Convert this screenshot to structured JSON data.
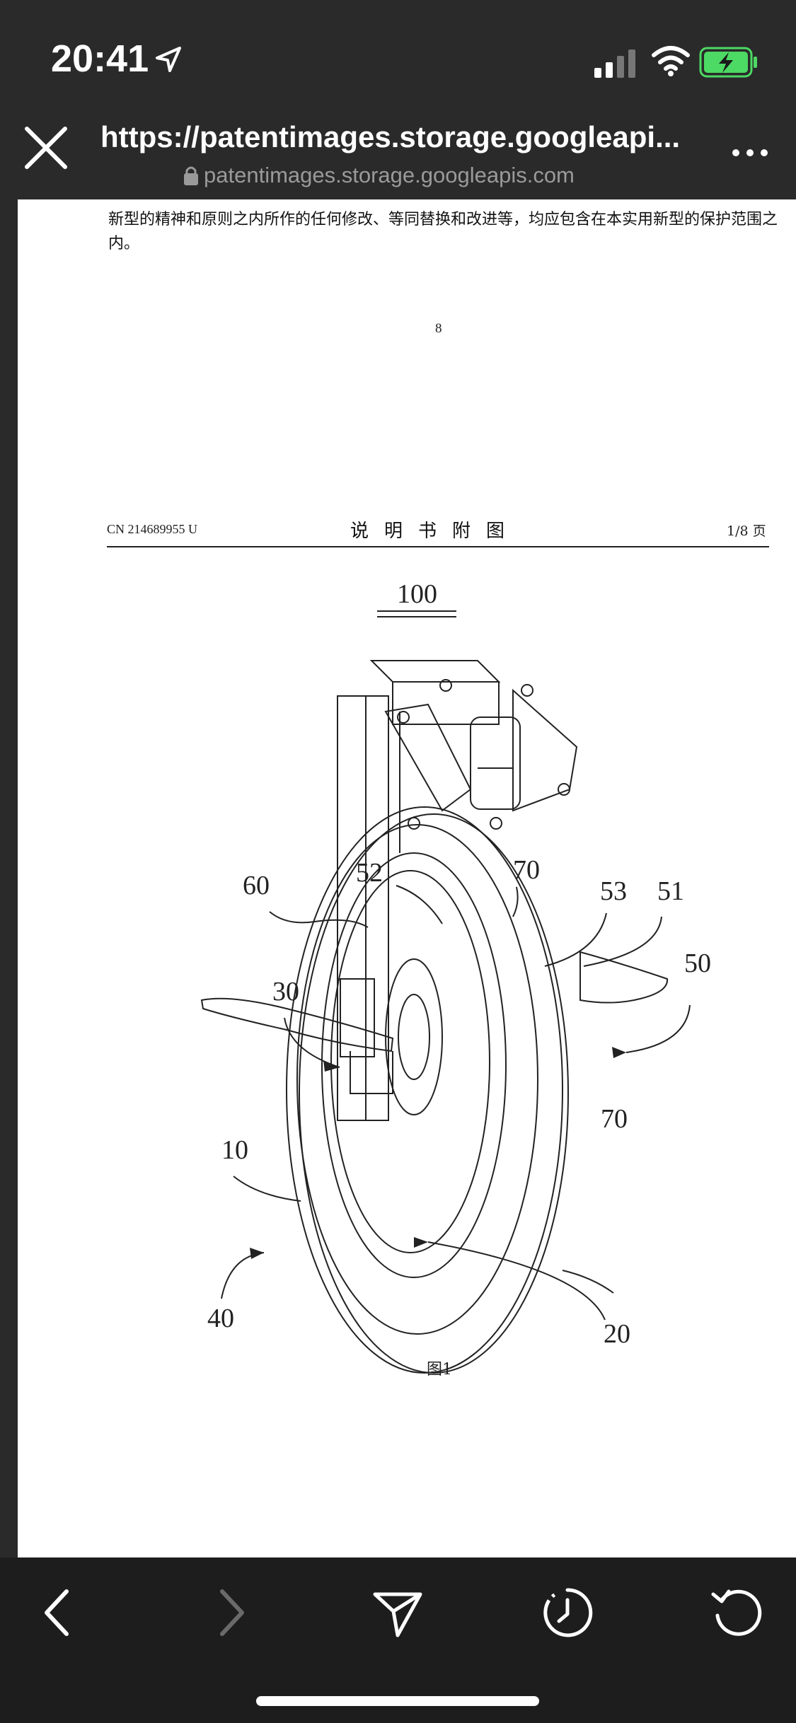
{
  "status_bar": {
    "time": "20:41",
    "icons": [
      "location-arrow-icon",
      "cellular-signal-icon",
      "wifi-icon",
      "battery-charging-icon"
    ],
    "battery_color": "#4cd964"
  },
  "browser": {
    "url_title": "https://patentimages.storage.googleapi...",
    "domain": "patentimages.storage.googleapis.com",
    "close_icon": "close-icon",
    "more_icon": "more-icon"
  },
  "previous_page": {
    "text": "新型的精神和原则之内所作的任何修改、等同替换和改进等，均应包含在本实用新型的保护范围之内。",
    "page_number": "8"
  },
  "current_page": {
    "patent_number": "CN 214689955 U",
    "header_title": "说明书附图",
    "page_indicator": "1/8 页",
    "figure_ref": "100",
    "figure_caption": "图1",
    "labels": [
      "60",
      "52",
      "70",
      "53",
      "51",
      "50",
      "30",
      "10",
      "40",
      "20",
      "70"
    ]
  },
  "toolbar": {
    "buttons": [
      "back-icon",
      "forward-icon",
      "share-icon",
      "history-icon",
      "reload-icon"
    ],
    "forward_disabled": true
  }
}
